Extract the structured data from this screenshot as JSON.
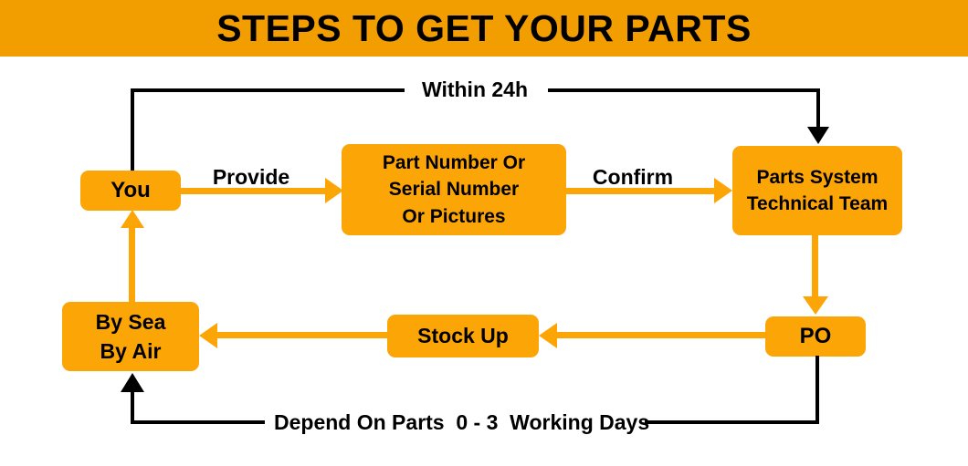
{
  "header": {
    "title": "STEPS TO GET YOUR PARTS"
  },
  "colors": {
    "banner_orange": "#F29D00",
    "node_orange": "#FCA507",
    "line_black": "#000000",
    "bg_white": "#FFFFFF"
  },
  "nodes": {
    "you": {
      "label": "You"
    },
    "part_number": {
      "line1": "Part Number Or",
      "line2": "Serial Number",
      "line3": "Or Pictures"
    },
    "parts_system": {
      "line1": "Parts System",
      "line2": "Technical Team"
    },
    "po": {
      "label": "PO"
    },
    "stock_up": {
      "label": "Stock Up"
    },
    "by_sea_air": {
      "line1": "By Sea",
      "line2": "By Air"
    }
  },
  "edges": {
    "provide_label": "Provide",
    "confirm_label": "Confirm",
    "within_24h_label": "Within 24h",
    "depend_label": "Depend On Parts  0 - 3  Working Days"
  }
}
